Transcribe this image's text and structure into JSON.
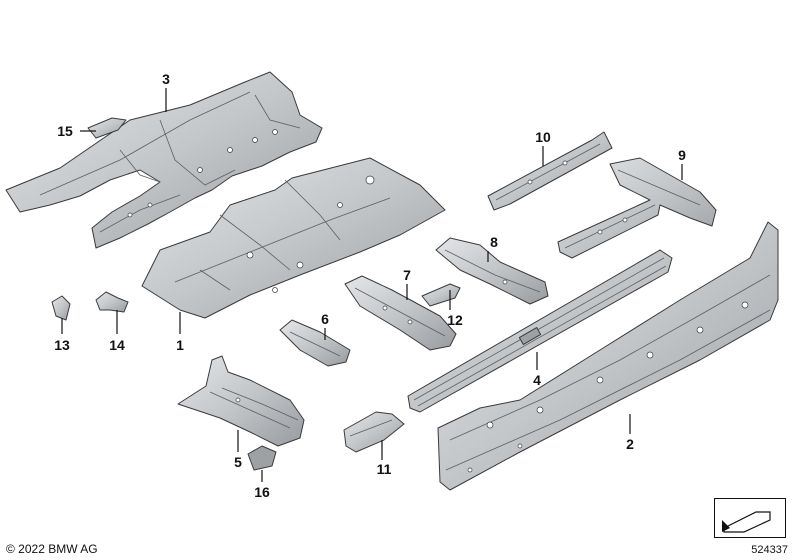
{
  "footer": {
    "copyright": "© 2022 BMW AG",
    "document_number": "524337"
  },
  "callouts": {
    "p1": "1",
    "p2": "2",
    "p3": "3",
    "p4": "4",
    "p5": "5",
    "p6": "6",
    "p7": "7",
    "p8": "8",
    "p9": "9",
    "p10": "10",
    "p11": "11",
    "p12": "12",
    "p13": "13",
    "p14": "14",
    "p15": "15",
    "p16": "16"
  },
  "colors": {
    "metal_light": "#d9dbdd",
    "metal_mid": "#b9bcbf",
    "metal_dark": "#8f9296",
    "outline": "#3a3a3a"
  }
}
